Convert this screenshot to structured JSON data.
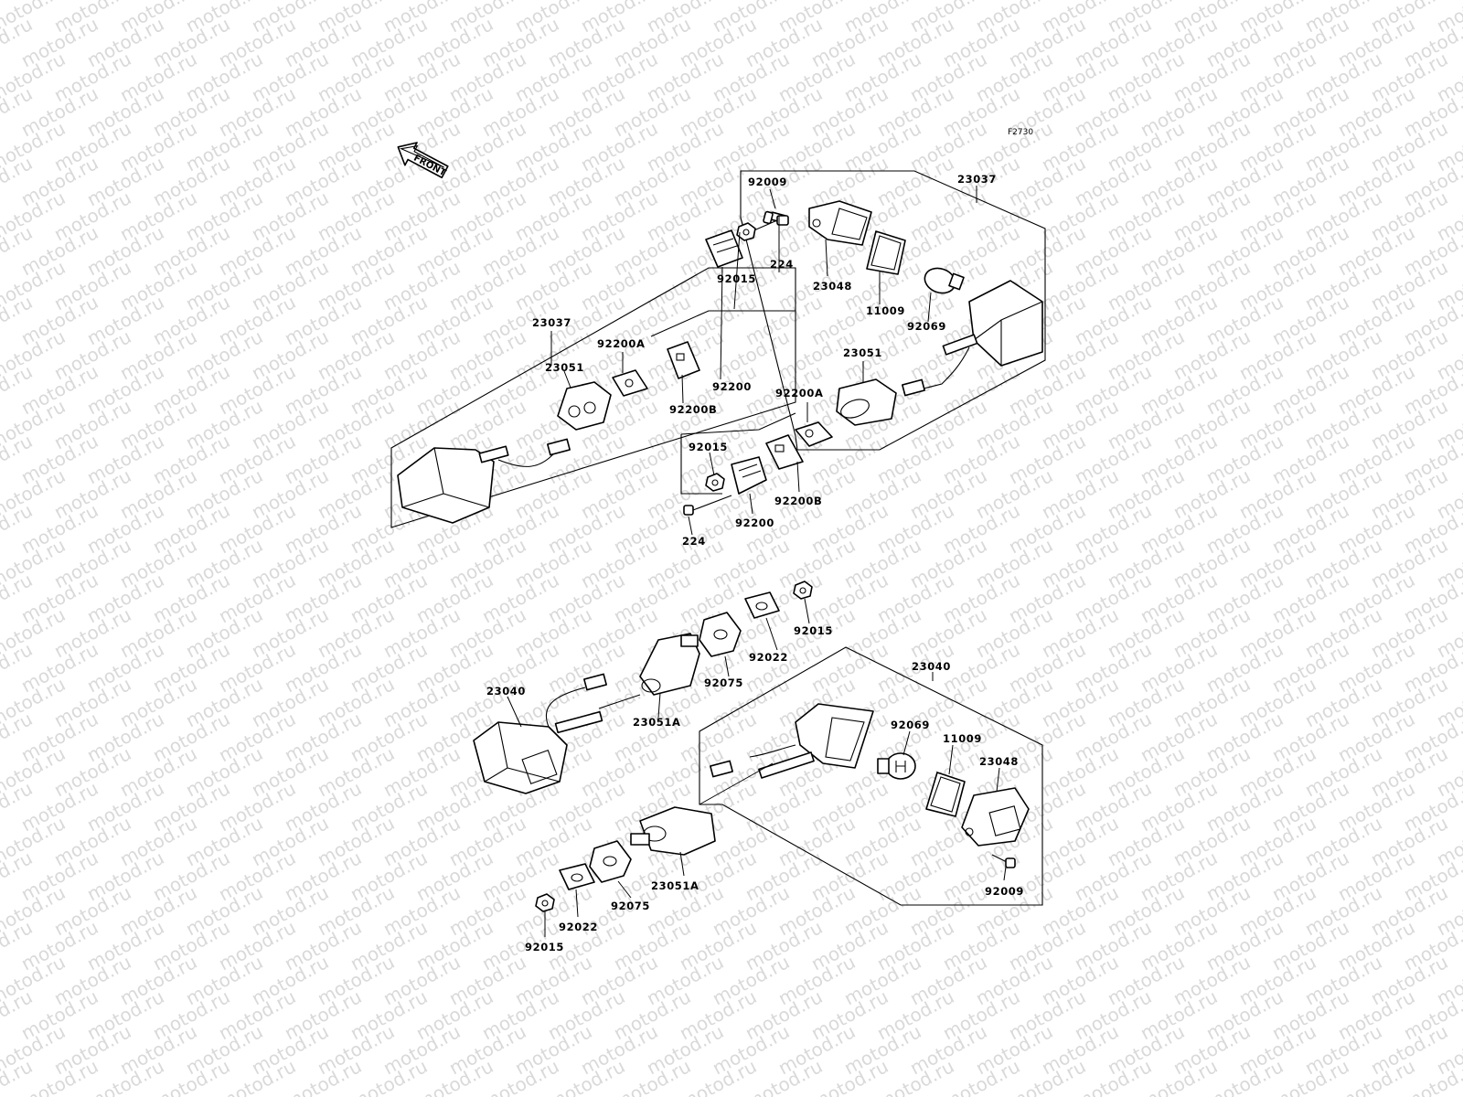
{
  "figure_code": "F2730",
  "watermark": "motod.ru",
  "front_arrow": {
    "label": "FRONT",
    "icon": "front-arrow-icon"
  },
  "callouts": {
    "c_92009_top": "92009",
    "c_23037_top": "23037",
    "c_23048_top": "23048",
    "c_11009_top": "11009",
    "c_92069_top": "92069",
    "c_23051_right": "23051",
    "c_92200A_right": "92200A",
    "c_92015_mid": "92015",
    "c_92200B_right": "92200B",
    "c_92200_right": "92200",
    "c_224_bottom": "224",
    "c_224_top": "224",
    "c_92015_upper": "92015",
    "c_23037_left": "23037",
    "c_92200A_left": "92200A",
    "c_23051_left": "23051",
    "c_92200_left": "92200",
    "c_92200B_left": "92200B",
    "c_92015_r": "92015",
    "c_92022_r": "92022",
    "c_92075_r": "92075",
    "c_23051A_r": "23051A",
    "c_23040_left": "23040",
    "c_23040_right": "23040",
    "c_92069_low": "92069",
    "c_11009_low": "11009",
    "c_23048_low": "23048",
    "c_92009_low": "92009",
    "c_23051A_low": "23051A",
    "c_92075_low": "92075",
    "c_92022_low": "92022",
    "c_92015_low": "92015"
  }
}
